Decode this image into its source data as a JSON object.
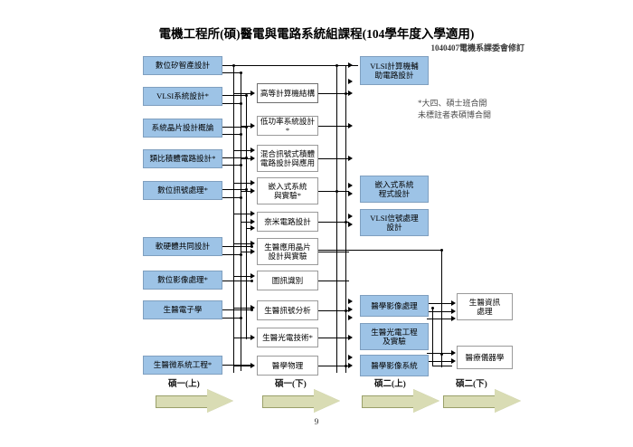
{
  "header": {
    "title": "電機工程所(碩)醫電與電路系統組課程(104學年度入學適用)",
    "subtitle": "1040407電機系課委會修訂"
  },
  "legend": {
    "line1": "*大四、碩士班合開",
    "line2": "未標註者表碩博合開"
  },
  "columns": [
    {
      "id": "col1",
      "semester_label": "碩一(上)",
      "boxes": [
        {
          "id": "c1b1",
          "label": "數位矽智產設計",
          "style": "blue"
        },
        {
          "id": "c1b2",
          "label": "VLSI系統設計*",
          "style": "blue"
        },
        {
          "id": "c1b3",
          "label": "系統晶片設計概論",
          "style": "blue"
        },
        {
          "id": "c1b4",
          "label": "類比積體電路設計*",
          "style": "blue"
        },
        {
          "id": "c1b5",
          "label": "數位訊號處理*",
          "style": "blue"
        },
        {
          "id": "c1b6",
          "label": "軟硬體共同設計",
          "style": "blue"
        },
        {
          "id": "c1b7",
          "label": "數位影像處理*",
          "style": "blue"
        },
        {
          "id": "c1b8",
          "label": "生醫電子學",
          "style": "blue"
        },
        {
          "id": "c1b9",
          "label": "生醫微系統工程*",
          "style": "blue"
        }
      ]
    },
    {
      "id": "col2",
      "semester_label": "碩一(下)",
      "boxes": [
        {
          "id": "c2b1",
          "label": "高等計算機結構",
          "style": "white-thick"
        },
        {
          "id": "c2b2",
          "label": "低功率系統設計*",
          "style": "white"
        },
        {
          "id": "c2b3",
          "label": "混合訊號式積體\n電路設計與應用",
          "style": "white"
        },
        {
          "id": "c2b4",
          "label": "嵌入式系統\n與實驗*",
          "style": "white"
        },
        {
          "id": "c2b5",
          "label": "奈米電路設計",
          "style": "white"
        },
        {
          "id": "c2b6",
          "label": "生醫應用晶片\n設計與實驗",
          "style": "white"
        },
        {
          "id": "c2b7",
          "label": "圖訊識別",
          "style": "white"
        },
        {
          "id": "c2b8",
          "label": "生醫訊號分析",
          "style": "white"
        },
        {
          "id": "c2b9",
          "label": "生醫光電技術*",
          "style": "white"
        },
        {
          "id": "c2b10",
          "label": "醫學物理",
          "style": "white"
        }
      ]
    },
    {
      "id": "col3",
      "semester_label": "碩二(上)",
      "boxes": [
        {
          "id": "c3b1",
          "label": "VLSI計算機輔\n助電路設計",
          "style": "blue"
        },
        {
          "id": "c3b2",
          "label": "嵌入式系統\n程式設計",
          "style": "blue"
        },
        {
          "id": "c3b3",
          "label": "VLSI信號處理\n設計",
          "style": "blue"
        },
        {
          "id": "c3b4",
          "label": "醫學影像處理",
          "style": "blue"
        },
        {
          "id": "c3b5",
          "label": "生醫光電工程\n及實驗",
          "style": "blue"
        },
        {
          "id": "c3b6",
          "label": "醫學影像系統",
          "style": "blue"
        }
      ]
    },
    {
      "id": "col4",
      "semester_label": "碩二(下)",
      "boxes": [
        {
          "id": "c4b1",
          "label": "生醫資訊\n處理",
          "style": "white"
        },
        {
          "id": "c4b2",
          "label": "醫療儀器學",
          "style": "white"
        }
      ]
    }
  ],
  "footer": {
    "page_number": "9"
  },
  "colors": {
    "box_blue": "#9dc3e6",
    "box_white": "#ffffff",
    "box_border": "#9a9a9a",
    "arrow_fill": "#d9dcb4",
    "arrow_border": "#9aa06a",
    "connector": "#000000"
  }
}
